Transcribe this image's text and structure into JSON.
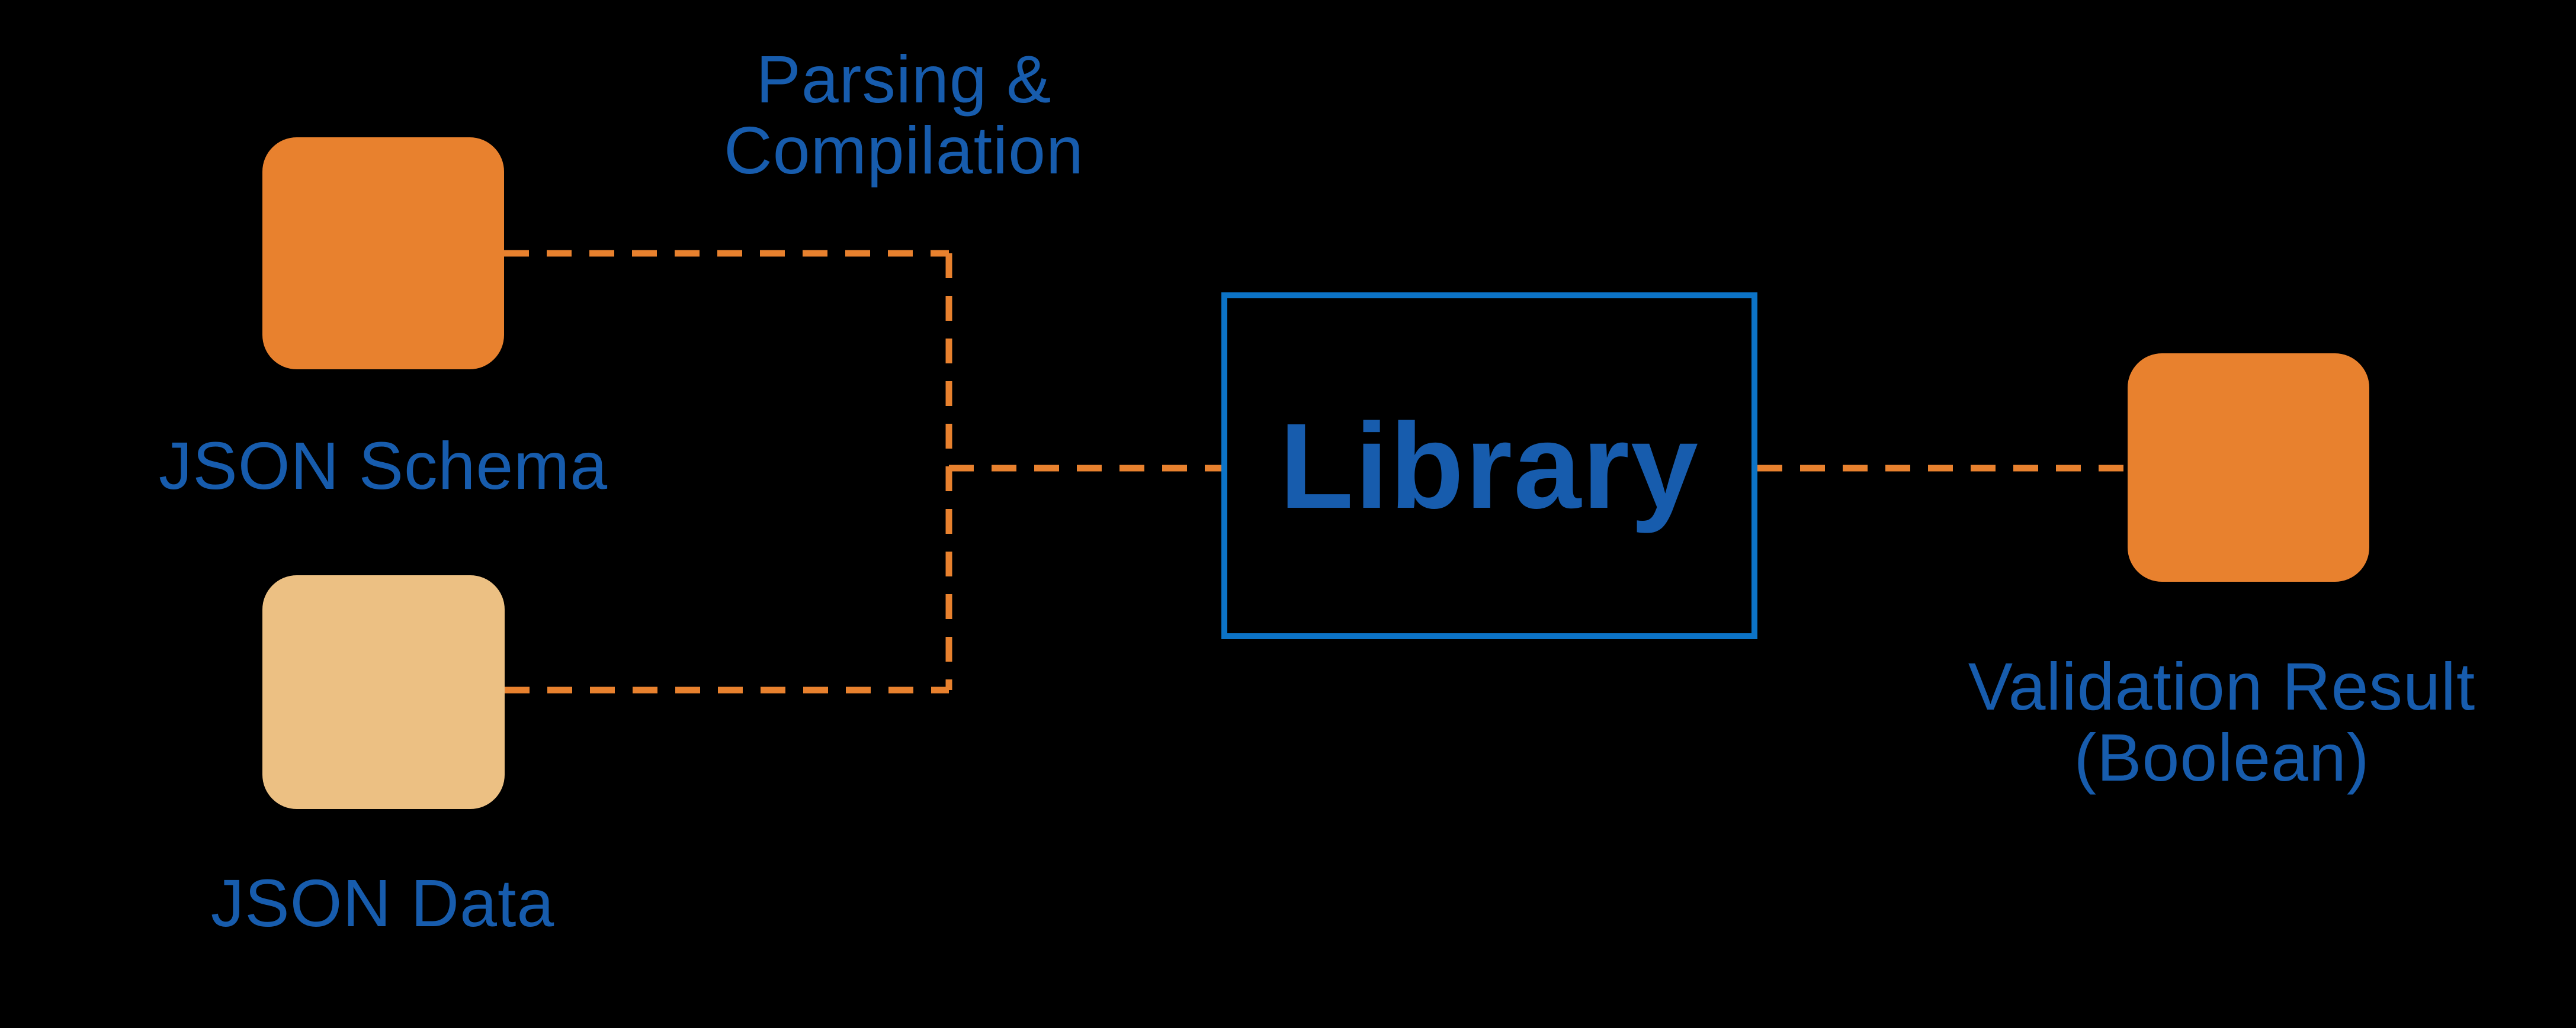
{
  "canvas": {
    "background": "#000000"
  },
  "colors": {
    "background": "#000000",
    "orange": "#E8812E",
    "tan": "#ECC083",
    "label_blue": "#175CAD",
    "box_blue": "#0C73C6"
  },
  "nodes": {
    "schema_square": {
      "label": "JSON Schema",
      "fill": "#E8812E"
    },
    "data_square": {
      "label": "JSON Data",
      "fill": "#ECC083"
    },
    "library_box": {
      "label": "Library",
      "border": "#0C73C6"
    },
    "result_square": {
      "label_line1": "Validation Result",
      "label_line2": "(Boolean)",
      "fill": "#E8812E"
    }
  },
  "annotations": {
    "process_label_line1": "Parsing &",
    "process_label_line2": "Compilation"
  },
  "connectors": {
    "style": "dashed",
    "color": "#E8812E",
    "routes": [
      "schema-square to junction",
      "junction vertical",
      "data-square to junction",
      "junction to library-box",
      "library-box to result-square"
    ]
  }
}
